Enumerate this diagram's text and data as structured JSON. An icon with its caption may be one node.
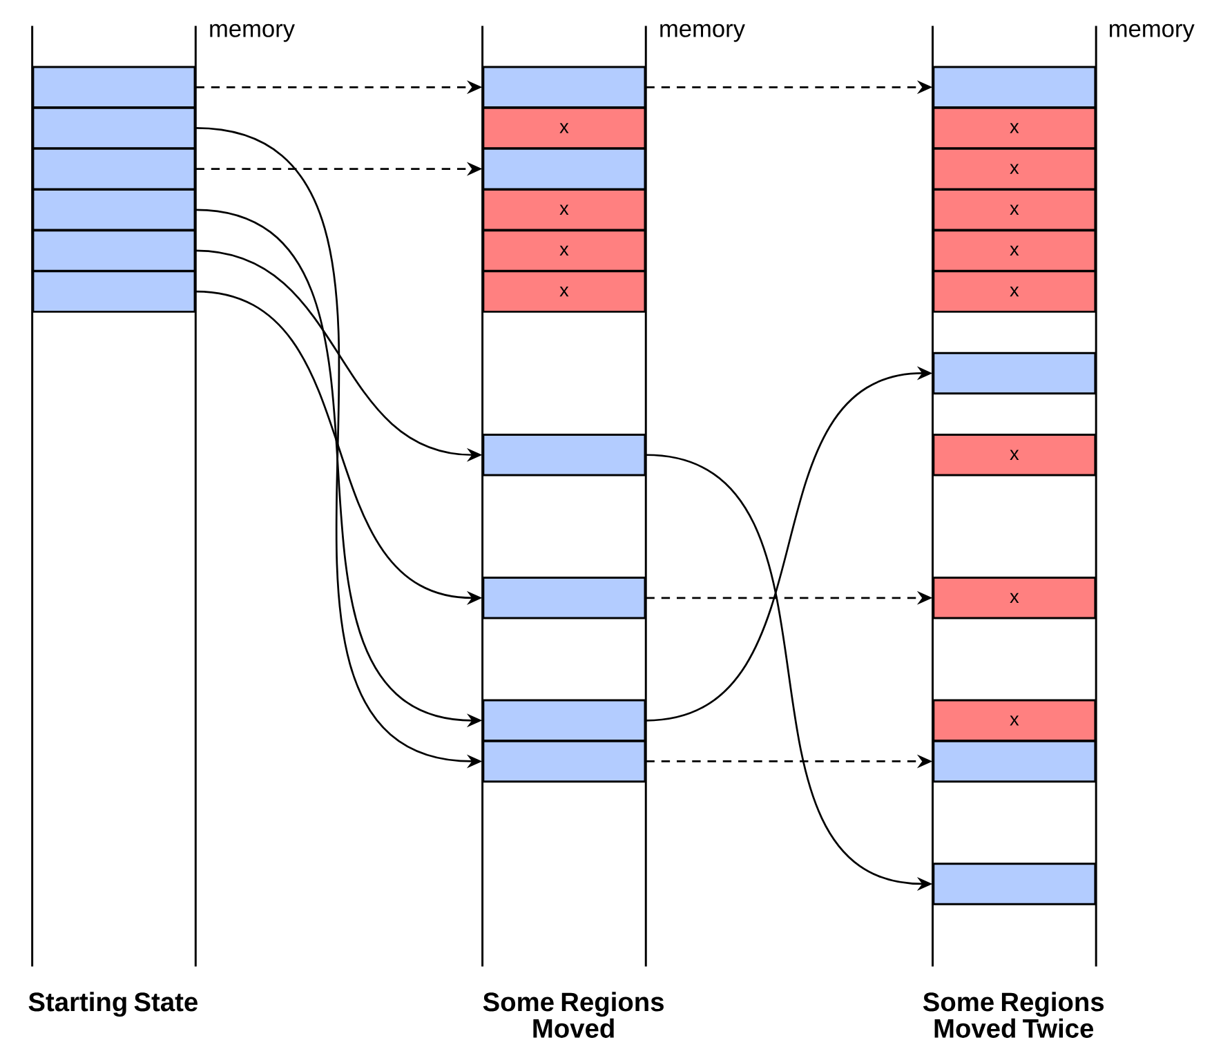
{
  "diagram": {
    "nodes": [
      {
        "text": [],
        "shape": "box"
      },
      {
        "text": [],
        "shape": "box"
      },
      {
        "text": [],
        "shape": "box"
      },
      {
        "text": [],
        "shape": "box"
      },
      {
        "text": [],
        "shape": "box"
      },
      {
        "text": [],
        "shape": "box"
      },
      {
        "text": [],
        "shape": "box"
      },
      {
        "text": [
          "x"
        ]
      },
      {
        "text": [],
        "shape": "box"
      },
      {
        "text": [
          "x"
        ]
      },
      {
        "text": [
          "x"
        ]
      },
      {
        "text": [
          "x"
        ]
      },
      {
        "text": [],
        "shape": "box"
      },
      {
        "text": [],
        "shape": "box"
      },
      {
        "text": [],
        "shape": "box"
      },
      {
        "text": [],
        "shape": "box"
      },
      {
        "text": [],
        "shape": "box"
      },
      {
        "text": [
          "x"
        ]
      },
      {
        "text": [
          "x"
        ]
      },
      {
        "text": [
          "x"
        ]
      },
      {
        "text": [
          "x"
        ]
      },
      {
        "text": [
          "x"
        ]
      },
      {
        "text": [],
        "shape": "box"
      },
      {
        "text": [
          "x"
        ]
      },
      {
        "text": [
          "x"
        ]
      },
      {
        "text": [
          "x"
        ]
      },
      {
        "text": [],
        "shape": "box"
      },
      {
        "text": [],
        "shape": "box"
      }
    ],
    "edges": [
      {
        "from": 0,
        "to": 6,
        "arrow": "to",
        "style": "dashed"
      },
      {
        "from": 1,
        "to": 15,
        "arrow": "to"
      },
      {
        "from": 2,
        "to": 8,
        "arrow": "to",
        "style": "dashed"
      },
      {
        "from": 3,
        "to": 14,
        "arrow": "to"
      },
      {
        "from": 4,
        "to": 12,
        "arrow": "to"
      },
      {
        "from": 5,
        "to": 13,
        "arrow": "to"
      },
      {
        "from": 6,
        "to": 16,
        "arrow": "to",
        "style": "dashed"
      },
      {
        "from": 12,
        "to": 27,
        "arrow": "to"
      },
      {
        "from": 13,
        "to": 24,
        "arrow": "to",
        "style": "dashed"
      },
      {
        "from": 14,
        "to": 22,
        "arrow": "to"
      },
      {
        "from": 15,
        "to": 26,
        "arrow": "to",
        "style": "dashed"
      }
    ],
    "labels": [
      "memory",
      "memory",
      "memory",
      "Starting State",
      "Some Regions Moved",
      "Some Regions Moved Twice"
    ]
  }
}
